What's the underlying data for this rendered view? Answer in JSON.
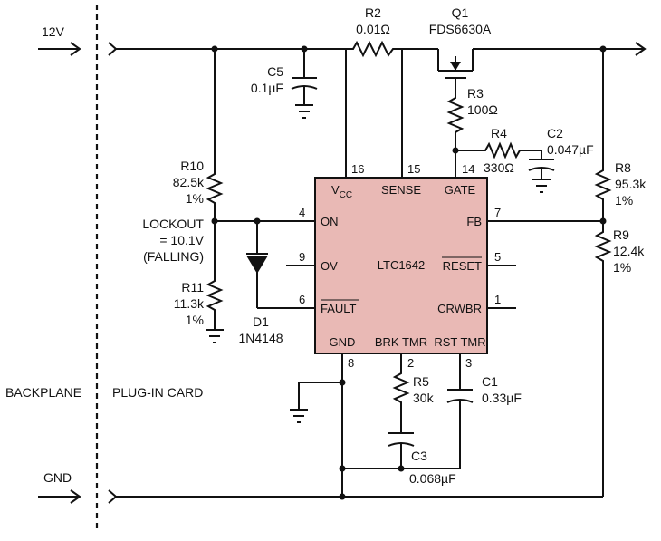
{
  "nets": {
    "supply": "12V",
    "ground": "GND"
  },
  "zones": {
    "left": "BACKPLANE",
    "right": "PLUG-IN CARD"
  },
  "ic": {
    "name": "LTC1642",
    "color": "#e9b9b5",
    "pins": {
      "vcc": {
        "num": "16",
        "label": "V",
        "sub": "CC"
      },
      "sense": {
        "num": "15",
        "label": "SENSE"
      },
      "gate": {
        "num": "14",
        "label": "GATE"
      },
      "on": {
        "num": "4",
        "label": "ON"
      },
      "ov": {
        "num": "9",
        "label": "OV"
      },
      "fault": {
        "num": "6",
        "label": "FAULT"
      },
      "fb": {
        "num": "7",
        "label": "FB"
      },
      "reset": {
        "num": "5",
        "label": "RESET"
      },
      "crwbr": {
        "num": "1",
        "label": "CRWBR"
      },
      "gnd": {
        "num": "8",
        "label": "GND"
      },
      "brktmr": {
        "num": "2",
        "label": "BRK TMR"
      },
      "rsttmr": {
        "num": "3",
        "label": "RST TMR"
      }
    }
  },
  "components": {
    "r2": {
      "ref": "R2",
      "value": "0.01Ω"
    },
    "q1": {
      "ref": "Q1",
      "value": "FDS6630A"
    },
    "c5": {
      "ref": "C5",
      "value": "0.1µF"
    },
    "r3": {
      "ref": "R3",
      "value": "100Ω"
    },
    "r4": {
      "ref": "R4",
      "value": "330Ω"
    },
    "c2": {
      "ref": "C2",
      "value": "0.047µF"
    },
    "r10": {
      "ref": "R10",
      "value": "82.5k",
      "tol": "1%"
    },
    "r11": {
      "ref": "R11",
      "value": "11.3k",
      "tol": "1%"
    },
    "r8": {
      "ref": "R8",
      "value": "95.3k",
      "tol": "1%"
    },
    "r9": {
      "ref": "R9",
      "value": "12.4k",
      "tol": "1%"
    },
    "d1": {
      "ref": "D1",
      "value": "1N4148"
    },
    "r5": {
      "ref": "R5",
      "value": "30k"
    },
    "c1": {
      "ref": "C1",
      "value": "0.33µF"
    },
    "c3": {
      "ref": "C3",
      "value": "0.068µF"
    }
  },
  "lockout": {
    "line1": "LOCKOUT",
    "line2": "= 10.1V",
    "line3": "(FALLING)"
  }
}
